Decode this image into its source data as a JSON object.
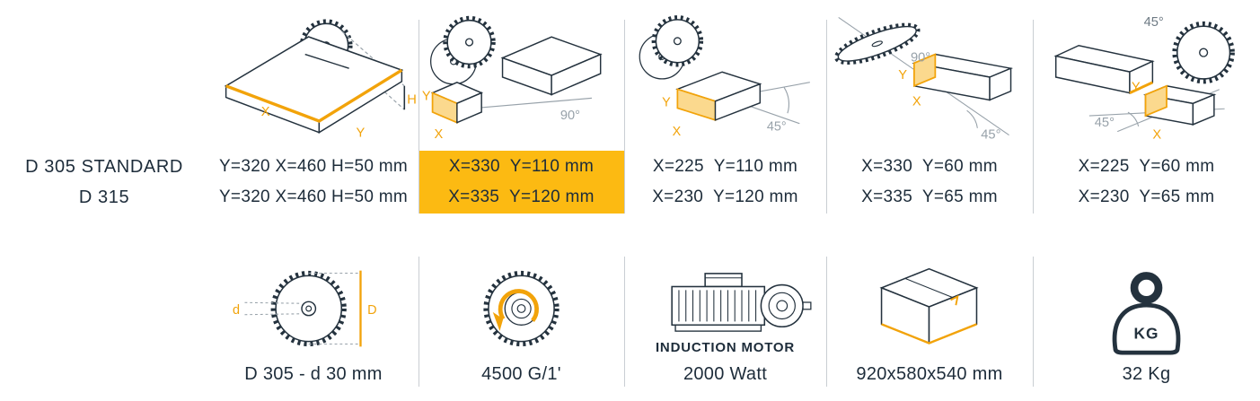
{
  "palette": {
    "accent": "#f2a30a",
    "accent_fill": "#fbd98e",
    "highlight": "#fcba12",
    "ink": "#1d2c3a",
    "muted_line": "#98a2aa",
    "divider": "#c9ced3"
  },
  "models": {
    "row1": "D 305 STANDARD",
    "row2": "D 315"
  },
  "spec_columns": [
    {
      "name": "table-cut",
      "row1": "Y=320 X=460 H=50 mm",
      "row2": "Y=320 X=460 H=50 mm",
      "highlighted": false
    },
    {
      "name": "crosscut-90",
      "row1": "X=330  Y=110 mm",
      "row2": "X=335  Y=120 mm",
      "highlighted": true
    },
    {
      "name": "mitre-45",
      "row1": "X=225  Y=110 mm",
      "row2": "X=230  Y=120 mm",
      "highlighted": false
    },
    {
      "name": "bevel-45",
      "row1": "X=330  Y=60 mm",
      "row2": "X=335  Y=65 mm",
      "highlighted": false
    },
    {
      "name": "compound-45",
      "row1": "X=225  Y=60 mm",
      "row2": "X=230  Y=65 mm",
      "highlighted": false
    }
  ],
  "labels": {
    "x": "X",
    "y": "Y",
    "h": "H",
    "deg90": "90°",
    "deg45": "45°",
    "d_small": "d",
    "d_big": "D",
    "kg": "KG"
  },
  "bottom_items": [
    {
      "caption": "D 305 - d 30 mm"
    },
    {
      "caption": "4500 G/1'"
    },
    {
      "label": "INDUCTION MOTOR",
      "caption": "2000 Watt"
    },
    {
      "caption": "920x580x540 mm"
    },
    {
      "caption": "32 Kg"
    }
  ]
}
